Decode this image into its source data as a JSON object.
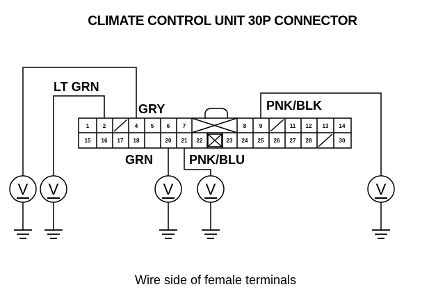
{
  "title": "CLIMATE CONTROL UNIT 30P CONNECTOR",
  "caption": "Wire side of female terminals",
  "wires": {
    "lt_grn": "LT GRN",
    "gry": "GRY",
    "pnk_blk": "PNK/BLK",
    "grn": "GRN",
    "pnk_blu": "PNK/BLU"
  },
  "pins_top": [
    "1",
    "2",
    "",
    "4",
    "5",
    "6",
    "7",
    "",
    "",
    "8",
    "9",
    "",
    "11",
    "12",
    "13",
    "14"
  ],
  "pins_bottom": [
    "15",
    "16",
    "17",
    "18",
    "",
    "20",
    "21",
    "22",
    "",
    "23",
    "24",
    "25",
    "26",
    "27",
    "28",
    "",
    "30"
  ],
  "meter_symbol": "V"
}
